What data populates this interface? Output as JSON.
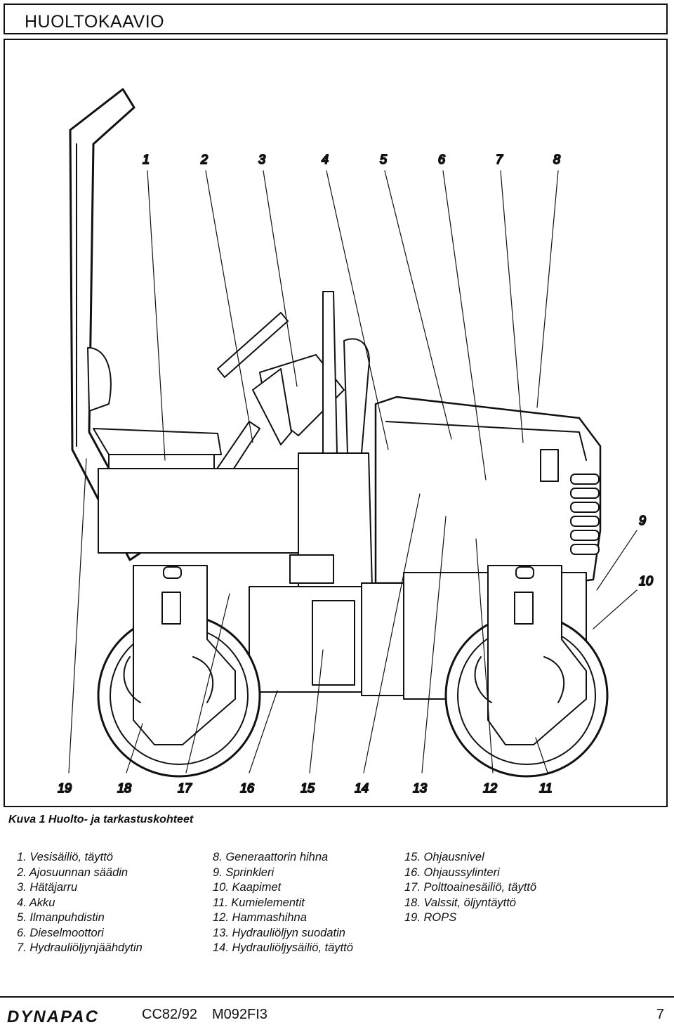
{
  "header": {
    "title": "HUOLTOKAAVIO"
  },
  "figure": {
    "top_callouts": [
      "1",
      "2",
      "3",
      "4",
      "5",
      "6",
      "7",
      "8"
    ],
    "side_callouts": [
      "9",
      "10"
    ],
    "bottom_callouts": [
      "19",
      "18",
      "17",
      "16",
      "15",
      "14",
      "13",
      "12",
      "11"
    ]
  },
  "caption": "Kuva 1 Huolto- ja tarkastuskohteet",
  "legend": {
    "col1": [
      "1. Vesisäiliö, täyttö",
      "2. Ajosuunnan säädin",
      "3. Hätäjarru",
      "4. Akku",
      "5. Ilmanpuhdistin",
      "6. Dieselmoottori",
      "7. Hydrauliöljynjäähdytin"
    ],
    "col2": [
      "8. Generaattorin hihna",
      "9. Sprinkleri",
      "10. Kaapimet",
      "11. Kumielementit",
      "12. Hammashihna",
      "13. Hydrauliöljyn suodatin",
      "14. Hydrauliöljysäiliö, täyttö"
    ],
    "col3": [
      "15. Ohjausnivel",
      "16. Ohjaussylinteri",
      "17. Polttoainesäiliö, täyttö",
      "18. Valssit, öljyntäyttö",
      "19. ROPS"
    ]
  },
  "footer": {
    "brand": "DYNAPAC",
    "model": "CC82/92",
    "doc_code": "M092FI3",
    "page": "7"
  }
}
